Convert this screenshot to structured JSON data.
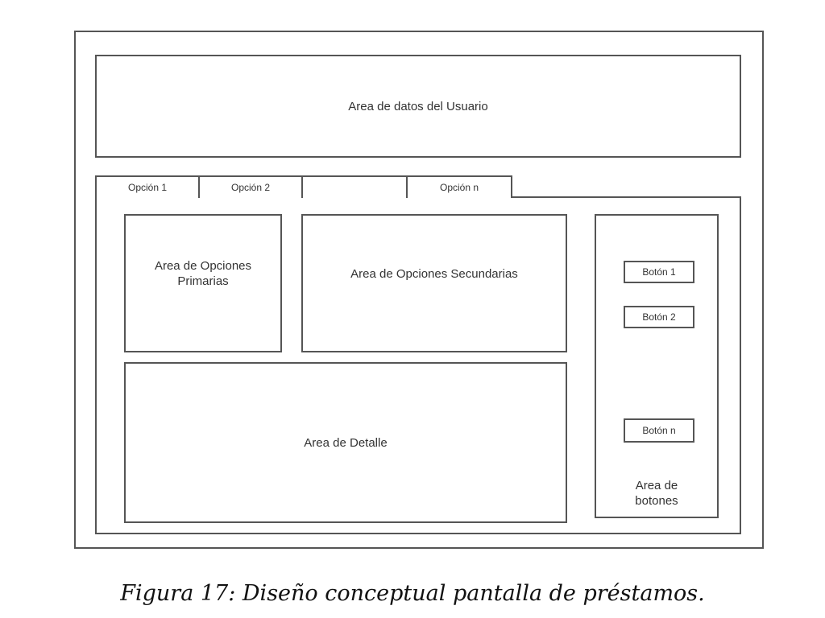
{
  "user_area": {
    "label": "Area de datos del Usuario"
  },
  "tabs": [
    {
      "label": "Opción 1"
    },
    {
      "label": "Opción 2"
    },
    {
      "label": ""
    },
    {
      "label": "Opción  n"
    }
  ],
  "primary_area": {
    "label_line1": "Area de Opciones",
    "label_line2": "Primarias"
  },
  "secondary_area": {
    "label": "Area de Opciones Secundarias"
  },
  "detail_area": {
    "label": "Area de Detalle"
  },
  "buttons_area": {
    "buttons": [
      {
        "label": "Botón 1"
      },
      {
        "label": "Botón 2"
      },
      {
        "label": "Botón  n"
      }
    ],
    "label_line1": "Area de",
    "label_line2": "botones"
  },
  "caption": "Figura 17: Diseño conceptual pantalla de préstamos."
}
